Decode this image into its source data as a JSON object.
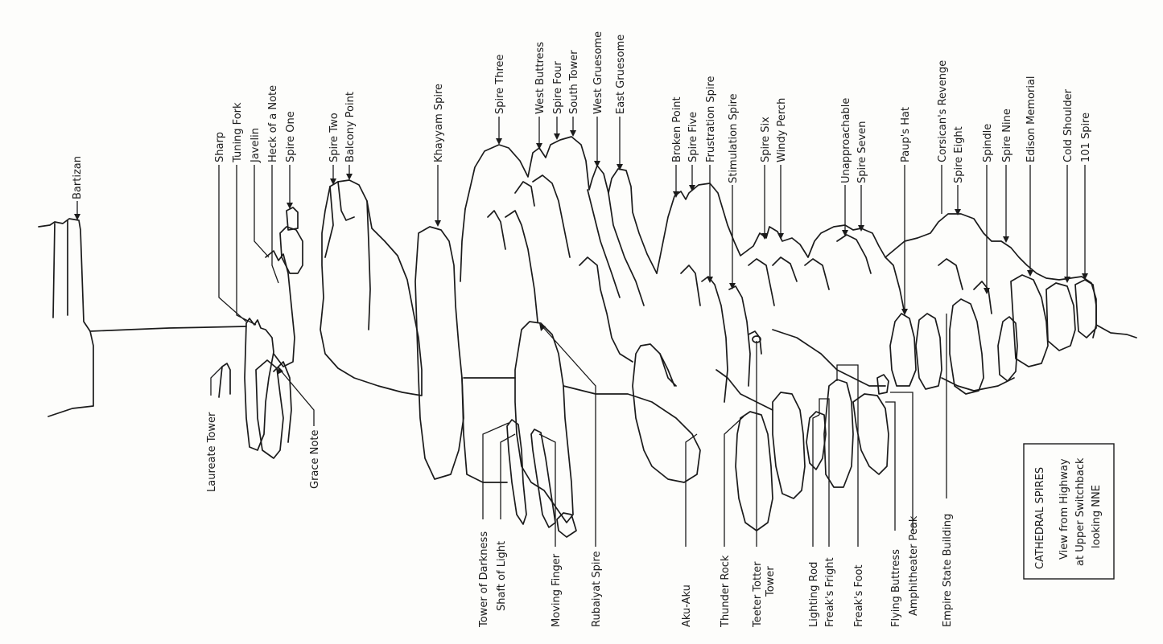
{
  "legend": {
    "title": "CATHEDRAL SPIRES",
    "lines": [
      "View from Highway",
      "at Upper Switchback",
      "looking NNE"
    ]
  },
  "labels_top": [
    "Bartizan",
    "Sharp",
    "Tuning Fork",
    "Javelin",
    "Heck of a Note",
    "Spire One",
    "Spire Two",
    "Balcony Point",
    "Khayyam Spire",
    "Spire Three",
    "West Buttress",
    "Spire Four",
    "South Tower",
    "West Gruesome",
    "East Gruesome",
    "Broken Point",
    "Spire Five",
    "Frustration Spire",
    "Stimulation Spire",
    "Spire Six",
    "Windy Perch",
    "Unapproachable",
    "Spire Seven",
    "Paup's Hat",
    "Corsican's Revenge",
    "Spire Eight",
    "Spindle",
    "Spire Nine",
    "Edison Memorial",
    "Cold Shoulder",
    "101 Spire"
  ],
  "labels_bottom": [
    "Laureate Tower",
    "Grace Note",
    "Tower of Darkness",
    "Shaft of Light",
    "Moving Finger",
    "Rubaiyat Spire",
    "Aku-Aku",
    "Thunder Rock",
    "Teeter Totter",
    "Tower",
    "Lighting Rod",
    "Freak's Fright",
    "Freak's Foot",
    "Flying Buttress",
    "Amphitheater Peak",
    "Empire State Building"
  ]
}
